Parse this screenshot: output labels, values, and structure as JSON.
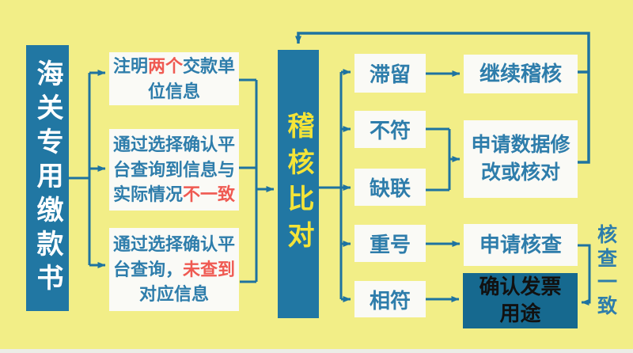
{
  "palette": {
    "bg": "#F2EE87",
    "teal": "#2177A3",
    "line": "#1E73A0",
    "boxbg": "#FAFAF6",
    "textteal": "#2E7DAB",
    "accent": "#EF5A52",
    "baryellow": "#F4E438",
    "darkbox": "#16698F",
    "darktext": "#111111",
    "strip": "#ECEDE7"
  },
  "left_bar": {
    "label": "海关专用缴款书"
  },
  "center_bar": {
    "label": "稽核比对"
  },
  "source_boxes": [
    {
      "segments": [
        {
          "text": "注明"
        },
        {
          "text": "两个",
          "accent": true
        },
        {
          "text": "交款单位信息"
        }
      ]
    },
    {
      "segments": [
        {
          "text": "通过选择确认平台查询到信息与实际情况"
        },
        {
          "text": "不一致",
          "accent": true
        }
      ]
    },
    {
      "segments": [
        {
          "text": "通过选择确认平台查询，"
        },
        {
          "text": "未查到",
          "accent": true
        },
        {
          "text": "对应信息"
        }
      ]
    }
  ],
  "result_boxes": [
    {
      "label": "滞留"
    },
    {
      "label": "不符"
    },
    {
      "label": "缺联"
    },
    {
      "label": "重号"
    },
    {
      "label": "相符"
    }
  ],
  "action_boxes": [
    {
      "label": "继续稽核"
    },
    {
      "label": "申请数据修改或核对"
    },
    {
      "label": "申请核查"
    },
    {
      "label": "确认发票用途"
    }
  ],
  "side_label": {
    "label": "核查一致"
  }
}
